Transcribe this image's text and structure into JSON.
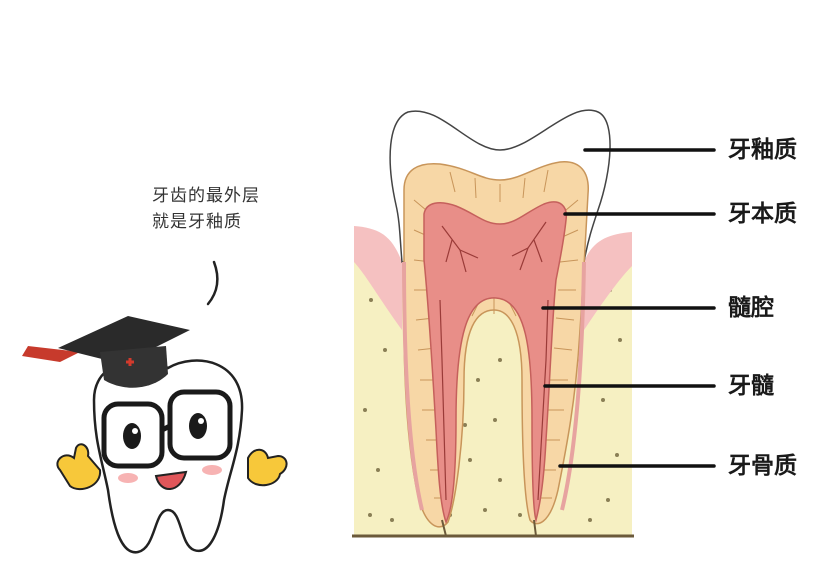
{
  "speech_bubble": {
    "line1": "牙齿的最外层",
    "line2": "就是牙釉质"
  },
  "labels": [
    {
      "id": "enamel",
      "text": "牙釉质"
    },
    {
      "id": "dentin",
      "text": "牙本质"
    },
    {
      "id": "pulp-cavity",
      "text": "髓腔"
    },
    {
      "id": "pulp",
      "text": "牙髓"
    },
    {
      "id": "cementum",
      "text": "牙骨质"
    }
  ],
  "colors": {
    "enamel": "#ffffff",
    "dentin": "#f7d7a6",
    "pulp": "#e88e88",
    "bone": "#f6f0c2",
    "gum": "#f5c1c1",
    "line": "#111111",
    "cap": "#2a2a2a",
    "mascot_glove": "#f7c83a"
  }
}
